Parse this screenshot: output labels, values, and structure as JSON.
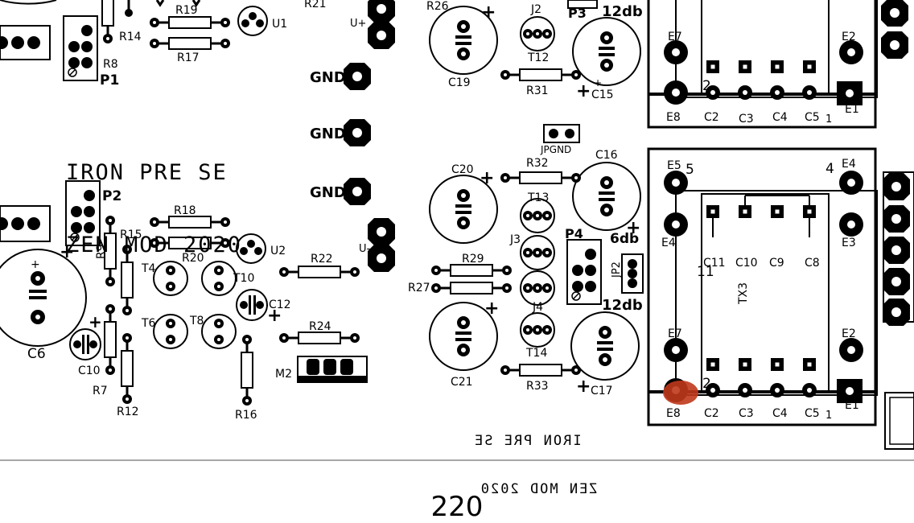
{
  "colors": {
    "ink": "#000000",
    "paper": "#ffffff",
    "marker": "#c0391b",
    "rule": "#888888"
  },
  "board_notes": {
    "line1": "IRON PRE SE",
    "line2": "ZEN MOD 2020",
    "mirror_line1": "IRON PRE SE",
    "mirror_line2": "ZEN MOD 2020"
  },
  "page_number": "220",
  "labels": {
    "R19": "R19",
    "R17": "R17",
    "R14": "R14",
    "R8": "R8",
    "P1": "P1",
    "U1": "U1",
    "R21": "R21",
    "Uplus": "U+",
    "Uminus": "U-",
    "GND1": "GND",
    "GND2": "GND",
    "GND3": "GND",
    "R26": "R26",
    "J2": "J2",
    "P3": "P3",
    "db12a": "12db",
    "T12": "T12",
    "C19": "C19",
    "R31": "R31",
    "C15": "C15",
    "JPGND": "JPGND",
    "C16": "C16",
    "R32": "R32",
    "C20": "C20",
    "T13": "T13",
    "J3": "J3",
    "P4": "P4",
    "db6": "6db",
    "JP2": "JP2",
    "R29": "R29",
    "R27": "R27",
    "J4": "J4",
    "db12b": "12db",
    "C21": "C21",
    "T14": "T14",
    "R33": "R33",
    "C17": "C17",
    "P2": "P2",
    "R18": "R18",
    "R15": "R15",
    "R9": "R9",
    "R20": "R20",
    "U2": "U2",
    "R22": "R22",
    "T4": "T4",
    "T10": "T10",
    "C12": "C12",
    "T6": "T6",
    "T8": "T8",
    "C10": "C10",
    "C6": "C6",
    "R7": "R7",
    "R12": "R12",
    "R24": "R24",
    "M2": "M2",
    "R16": "R16",
    "E7a": "E7",
    "E8a": "E8",
    "C2a": "C2",
    "C3a": "C3",
    "C4a": "C4",
    "C5a": "C5",
    "E1a": "E1",
    "E2a": "E2",
    "n2a": "2",
    "n1a": "1",
    "E5": "E5",
    "n5": "5",
    "n4": "4",
    "E4a": "E4",
    "E4b": "E4",
    "E3": "E3",
    "C11": "C11",
    "C10b": "C10",
    "C9": "C9",
    "C8": "C8",
    "TX3": "TX3",
    "n11": "11",
    "E7b": "E7",
    "E2b": "E2",
    "E8b": "E8",
    "C2b": "C2",
    "C3b": "C3",
    "C4b": "C4",
    "C5b": "C5",
    "E1b": "E1",
    "n2b": "2",
    "n1b": "1"
  }
}
